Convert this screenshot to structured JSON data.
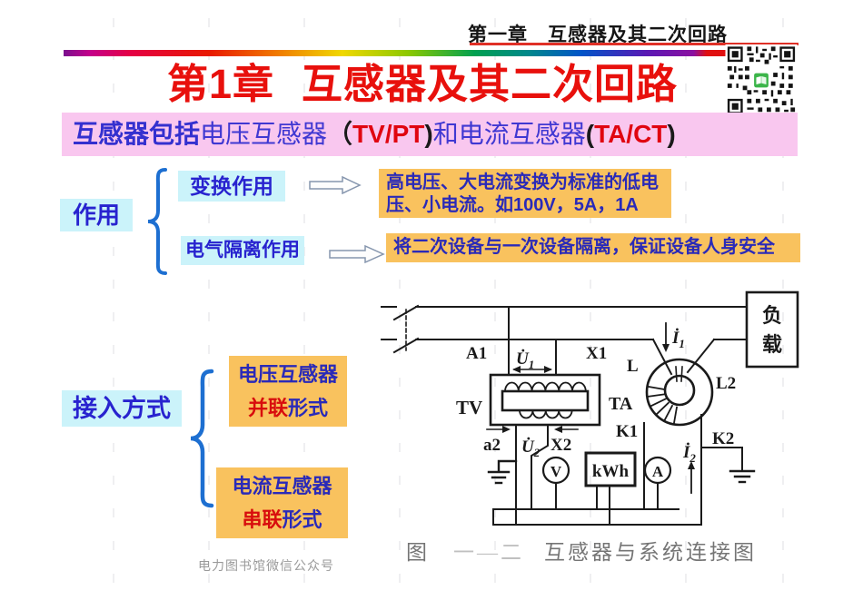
{
  "page_header": {
    "chapter_label": "第一章　互感器及其二次回路"
  },
  "title": {
    "part1": "第1章",
    "part2": "互感器及其二次回路"
  },
  "banner": {
    "part1": "互感器包括",
    "part2": "电压互感器",
    "paren_open": "（",
    "tv": "TV/PT",
    "paren_close": ")",
    "part3": "和电流互感器",
    "paren_open2": "(",
    "ta": "TA/CT",
    "paren_close2": ")"
  },
  "function_section": {
    "label": "作用",
    "transform_name": "变换作用",
    "transform_desc_line1": "高电压、大电流变换为标准的低电",
    "transform_desc_line2": "压、小电流。如100V，5A，1A",
    "isolation_name": "电气隔离作用",
    "isolation_desc": "将二次设备与一次设备隔离，保证设备人身安全"
  },
  "connection_section": {
    "label": "接入方式",
    "vt_line1": "电压互感器",
    "vt_highlight": "并联",
    "vt_rest": "形式",
    "ct_line1": "电流互感器",
    "ct_highlight": "串联",
    "ct_rest": "形式"
  },
  "diagram": {
    "a1": "A1",
    "x1": "X1",
    "tv": "TV",
    "a2": "a2",
    "x2": "X2",
    "l": "L",
    "l2": "L2",
    "ta": "TA",
    "k1": "K1",
    "k2": "K2",
    "u1": {
      "base": "U̇",
      "sub": "1"
    },
    "u2": {
      "base": "U̇",
      "sub": "2"
    },
    "i1": {
      "base": "İ",
      "sub": "1"
    },
    "i2": {
      "base": "İ",
      "sub": "2"
    },
    "load": {
      "char1": "负",
      "char2": "载"
    },
    "voltmeter": "V",
    "energy_meter": "kWh",
    "ammeter": "A"
  },
  "figure_caption": {
    "prefix": "图",
    "number": "一—二",
    "title": "互感器与系统连接图"
  },
  "watermark": "电力图书馆微信公众号",
  "colors": {
    "title_red": "#e8100c",
    "banner_pink": "#f9c7ef",
    "banner_blue": "#3430cf",
    "accent_red": "#e00510",
    "cyan_box": "#cbf3fa",
    "orange_box": "#f9c25e",
    "box_text_blue": "#2a2ab8",
    "brace_blue": "#1d6fd1",
    "circuit_ink": "#1a1a1a"
  }
}
